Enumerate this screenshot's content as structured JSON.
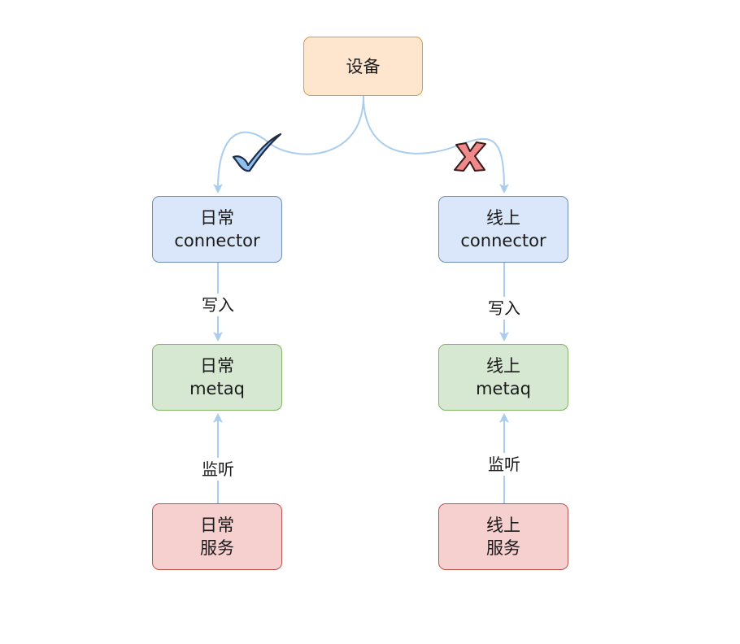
{
  "nodes": {
    "device": {
      "label": "设备"
    },
    "daily_connector": {
      "line1": "日常",
      "line2": "connector"
    },
    "online_connector": {
      "line1": "线上",
      "line2": "connector"
    },
    "daily_metaq": {
      "line1": "日常",
      "line2": "metaq"
    },
    "online_metaq": {
      "line1": "线上",
      "line2": "metaq"
    },
    "daily_service": {
      "line1": "日常",
      "line2": "服务"
    },
    "online_service": {
      "line1": "线上",
      "line2": "服务"
    }
  },
  "edge_labels": {
    "daily_write": "写入",
    "online_write": "写入",
    "daily_listen": "监听",
    "online_listen": "监听"
  },
  "marks": {
    "allowed": "check-icon",
    "denied": "cross-icon"
  },
  "colors": {
    "arrow": "#a9cdee",
    "check": "#8ec0f0",
    "cross": "#f08a8a",
    "device_fill": "#fde6cd",
    "connector_fill": "#dae7fa",
    "metaq_fill": "#d7e8d2",
    "service_fill": "#f6cfcf"
  }
}
